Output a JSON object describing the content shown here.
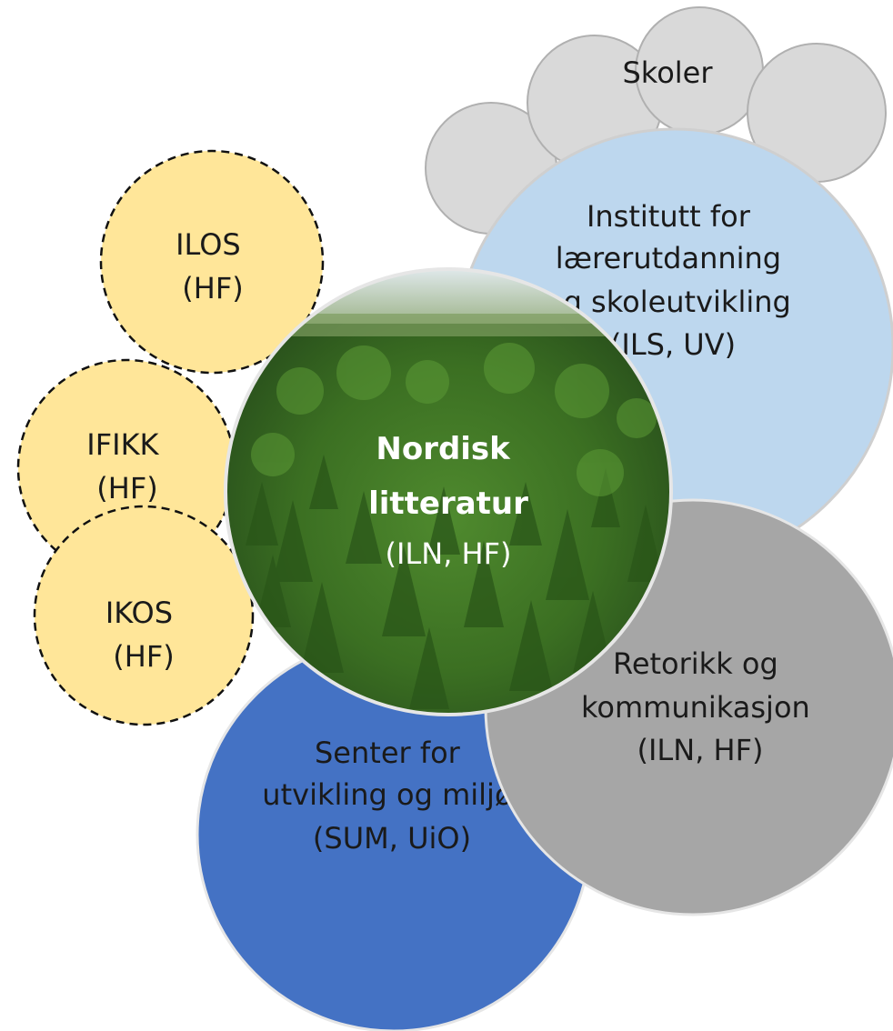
{
  "nodes": {
    "skoler": {
      "label": "Skoler",
      "color": "#d9d9d9"
    },
    "ils": {
      "lines": [
        "Institutt for",
        "lærerutdanning",
        "og skoleutvikling",
        "(ILS, UV)"
      ],
      "color": "#bdd7ee"
    },
    "ilos": {
      "lines": [
        "ILOS",
        "(HF)"
      ],
      "color": "#ffe699"
    },
    "ifikk": {
      "lines": [
        "IFIKK",
        "(HF)"
      ],
      "color": "#ffe699"
    },
    "ikos": {
      "lines": [
        "IKOS",
        "(HF)"
      ],
      "color": "#ffe699"
    },
    "center": {
      "title_lines": [
        "Nordisk",
        "litteratur"
      ],
      "subtitle": "(ILN, HF)"
    },
    "retorikk": {
      "lines": [
        "Retorikk og",
        "kommunikasjon",
        "(ILN, HF)"
      ],
      "color": "#a6a6a6"
    },
    "sum": {
      "lines": [
        "Senter for",
        "utvikling og miljø",
        "(SUM, UiO)"
      ],
      "color": "#4472c4"
    }
  }
}
